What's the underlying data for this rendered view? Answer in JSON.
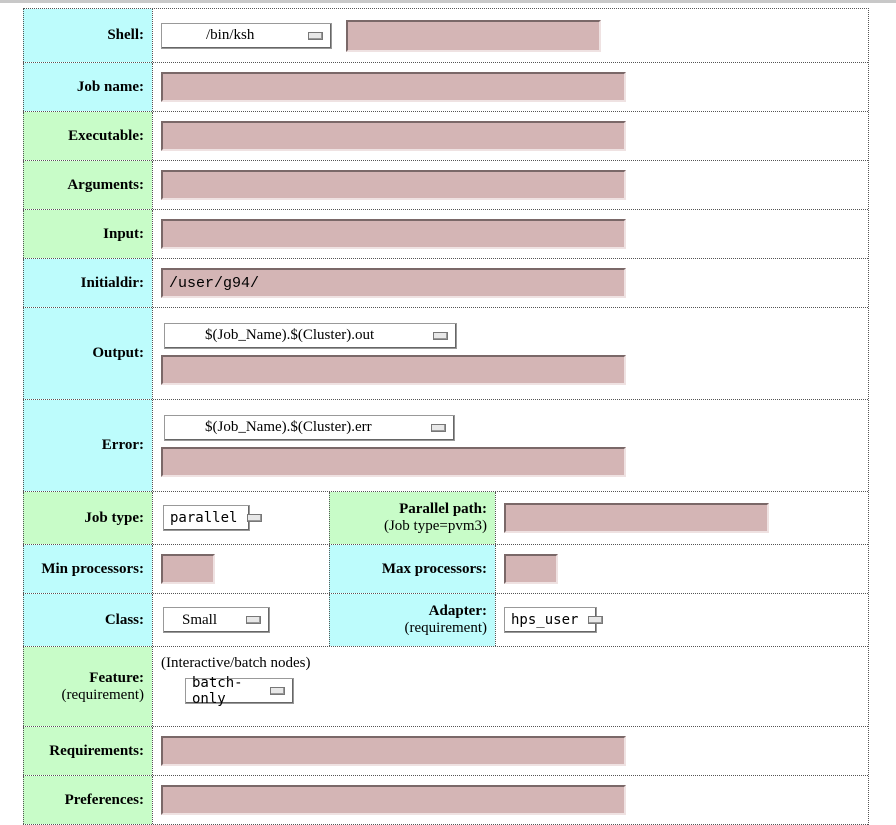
{
  "shell": {
    "label": "Shell:",
    "menu_value": "/bin/ksh",
    "field_value": ""
  },
  "job_name": {
    "label": "Job name:",
    "value": ""
  },
  "executable": {
    "label": "Executable:",
    "value": ""
  },
  "arguments": {
    "label": "Arguments:",
    "value": ""
  },
  "input": {
    "label": "Input:",
    "value": ""
  },
  "initialdir": {
    "label": "Initialdir:",
    "value": "/user/g94/"
  },
  "output": {
    "label": "Output:",
    "menu_value": "$(Job_Name).$(Cluster).out",
    "value": ""
  },
  "error": {
    "label": "Error:",
    "menu_value": "$(Job_Name).$(Cluster).err",
    "value": ""
  },
  "job_type": {
    "label": "Job type:",
    "menu_value": "parallel",
    "parallel_path_label": "Parallel path:",
    "parallel_path_sub": "(Job type=pvm3)",
    "parallel_path_value": ""
  },
  "processors": {
    "min_label": "Min processors:",
    "min_value": "",
    "max_label": "Max processors:",
    "max_value": ""
  },
  "class": {
    "label": "Class:",
    "menu_value": "Small",
    "adapter_label": "Adapter:",
    "adapter_sub": "(requirement)",
    "adapter_value": "hps_user"
  },
  "feature": {
    "label": "Feature:",
    "sub": "(requirement)",
    "hint": "(Interactive/batch nodes)",
    "menu_value": "batch-only"
  },
  "requirements": {
    "label": "Requirements:",
    "value": ""
  },
  "preferences": {
    "label": "Preferences:",
    "value": ""
  },
  "colors": {
    "green_label": "#c8fcc8",
    "cyan_label": "#bdfcfc",
    "text_field": "#d4b5b5"
  }
}
